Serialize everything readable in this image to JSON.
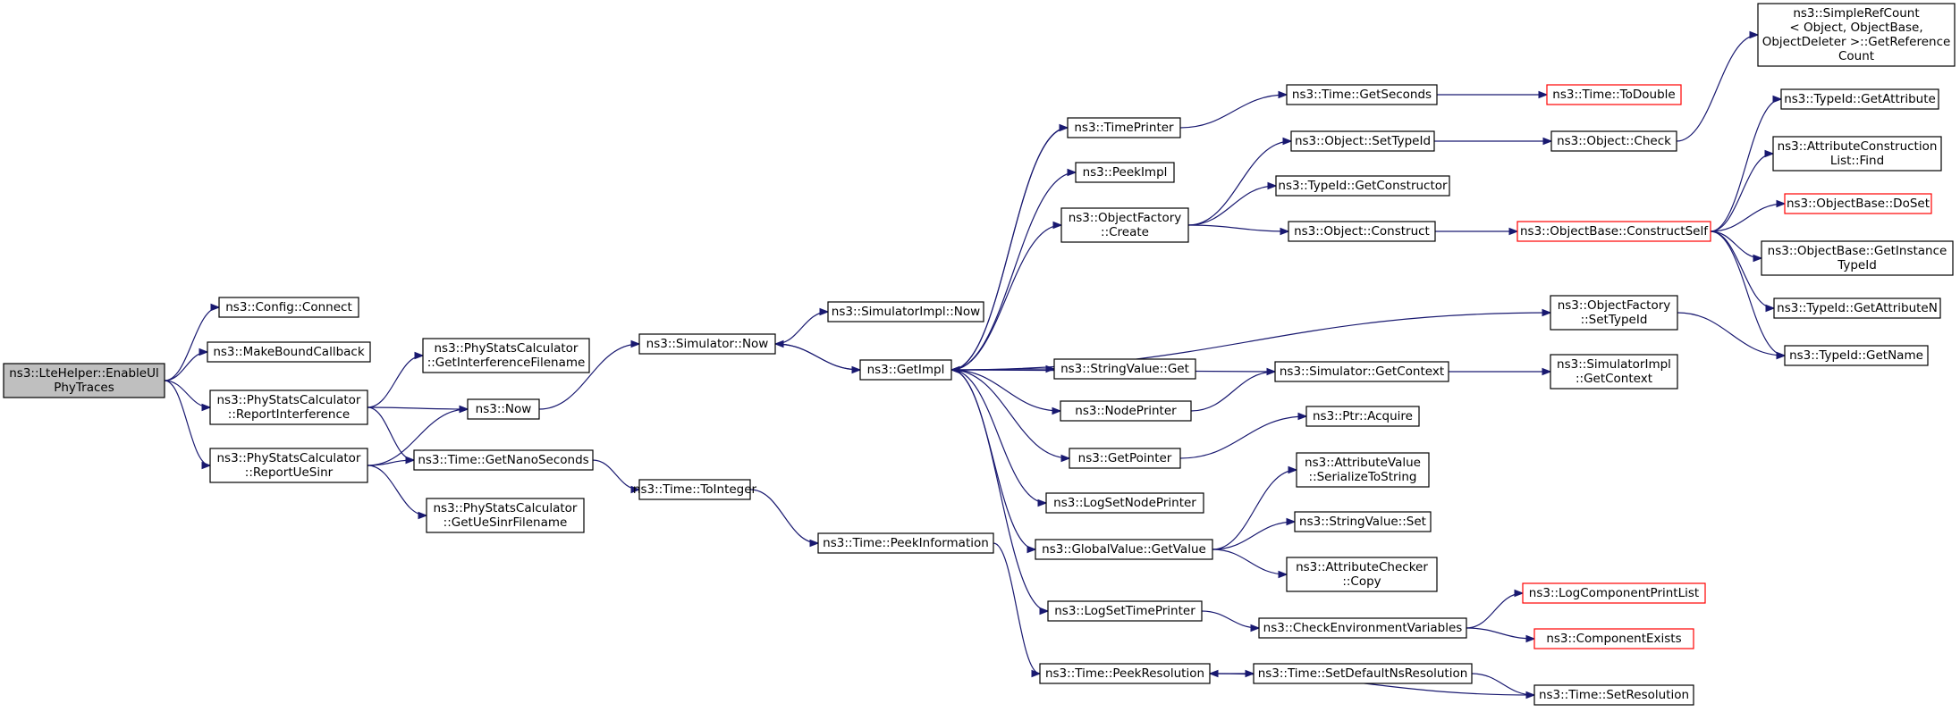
{
  "diagram": {
    "type": "call-graph",
    "edge_color": "#191970",
    "truncated_border_color": "#ff0000",
    "root_fill": "#bfbfbf",
    "nodes": [
      {
        "id": "root",
        "lines": [
          "ns3::LteHelper::EnableUl",
          "PhyTraces"
        ],
        "root": true
      },
      {
        "id": "config_connect",
        "lines": [
          "ns3::Config::Connect"
        ]
      },
      {
        "id": "make_bound_callback",
        "lines": [
          "ns3::MakeBoundCallback"
        ]
      },
      {
        "id": "report_interference",
        "lines": [
          "ns3::PhyStatsCalculator",
          "::ReportInterference"
        ]
      },
      {
        "id": "report_ue_sinr",
        "lines": [
          "ns3::PhyStatsCalculator",
          "::ReportUeSinr"
        ]
      },
      {
        "id": "get_interference_filename",
        "lines": [
          "ns3::PhyStatsCalculator",
          "::GetInterferenceFilename"
        ]
      },
      {
        "id": "now",
        "lines": [
          "ns3::Now"
        ]
      },
      {
        "id": "get_nanoseconds",
        "lines": [
          "ns3::Time::GetNanoSeconds"
        ]
      },
      {
        "id": "get_ue_sinr_filename",
        "lines": [
          "ns3::PhyStatsCalculator",
          "::GetUeSinrFilename"
        ]
      },
      {
        "id": "simulator_now",
        "lines": [
          "ns3::Simulator::Now"
        ]
      },
      {
        "id": "to_integer",
        "lines": [
          "ns3::Time::ToInteger"
        ]
      },
      {
        "id": "simulatorimpl_now",
        "lines": [
          "ns3::SimulatorImpl::Now"
        ]
      },
      {
        "id": "get_impl",
        "lines": [
          "ns3::GetImpl"
        ]
      },
      {
        "id": "peek_information",
        "lines": [
          "ns3::Time::PeekInformation"
        ]
      },
      {
        "id": "time_printer",
        "lines": [
          "ns3::TimePrinter"
        ]
      },
      {
        "id": "peek_impl",
        "lines": [
          "ns3::PeekImpl"
        ]
      },
      {
        "id": "object_factory_create",
        "lines": [
          "ns3::ObjectFactory",
          "::Create"
        ]
      },
      {
        "id": "string_value_get",
        "lines": [
          "ns3::StringValue::Get"
        ]
      },
      {
        "id": "node_printer",
        "lines": [
          "ns3::NodePrinter"
        ]
      },
      {
        "id": "get_pointer",
        "lines": [
          "ns3::GetPointer"
        ]
      },
      {
        "id": "log_set_node_printer",
        "lines": [
          "ns3::LogSetNodePrinter"
        ]
      },
      {
        "id": "global_value_get_value",
        "lines": [
          "ns3::GlobalValue::GetValue"
        ]
      },
      {
        "id": "log_set_time_printer",
        "lines": [
          "ns3::LogSetTimePrinter"
        ]
      },
      {
        "id": "peek_resolution",
        "lines": [
          "ns3::Time::PeekResolution"
        ]
      },
      {
        "id": "get_seconds",
        "lines": [
          "ns3::Time::GetSeconds"
        ]
      },
      {
        "id": "object_set_type_id",
        "lines": [
          "ns3::Object::SetTypeId"
        ]
      },
      {
        "id": "type_id_get_constructor",
        "lines": [
          "ns3::TypeId::GetConstructor"
        ]
      },
      {
        "id": "object_construct",
        "lines": [
          "ns3::Object::Construct"
        ]
      },
      {
        "id": "simulator_get_context",
        "lines": [
          "ns3::Simulator::GetContext"
        ]
      },
      {
        "id": "ptr_acquire",
        "lines": [
          "ns3::Ptr::Acquire"
        ]
      },
      {
        "id": "attribute_value_serialize",
        "lines": [
          "ns3::AttributeValue",
          "::SerializeToString"
        ]
      },
      {
        "id": "string_value_set",
        "lines": [
          "ns3::StringValue::Set"
        ]
      },
      {
        "id": "attribute_checker_copy",
        "lines": [
          "ns3::AttributeChecker",
          "::Copy"
        ]
      },
      {
        "id": "check_env_vars",
        "lines": [
          "ns3::CheckEnvironmentVariables"
        ]
      },
      {
        "id": "set_default_ns_resolution",
        "lines": [
          "ns3::Time::SetDefaultNsResolution"
        ]
      },
      {
        "id": "to_double",
        "lines": [
          "ns3::Time::ToDouble"
        ],
        "truncated": true
      },
      {
        "id": "object_check",
        "lines": [
          "ns3::Object::Check"
        ]
      },
      {
        "id": "construct_self",
        "lines": [
          "ns3::ObjectBase::ConstructSelf"
        ],
        "truncated": true
      },
      {
        "id": "object_factory_set_type_id",
        "lines": [
          "ns3::ObjectFactory",
          "::SetTypeId"
        ]
      },
      {
        "id": "simulatorimpl_get_context",
        "lines": [
          "ns3::SimulatorImpl",
          "::GetContext"
        ]
      },
      {
        "id": "log_component_print_list",
        "lines": [
          "ns3::LogComponentPrintList"
        ],
        "truncated": true
      },
      {
        "id": "component_exists",
        "lines": [
          "ns3::ComponentExists"
        ],
        "truncated": true
      },
      {
        "id": "set_resolution",
        "lines": [
          "ns3::Time::SetResolution"
        ]
      },
      {
        "id": "simple_ref_count",
        "lines": [
          "ns3::SimpleRefCount",
          "< Object, ObjectBase,",
          "ObjectDeleter >::GetReference",
          "Count"
        ]
      },
      {
        "id": "type_id_get_attribute",
        "lines": [
          "ns3::TypeId::GetAttribute"
        ]
      },
      {
        "id": "attr_construction_list_find",
        "lines": [
          "ns3::AttributeConstruction",
          "List::Find"
        ]
      },
      {
        "id": "object_base_do_set",
        "lines": [
          "ns3::ObjectBase::DoSet"
        ],
        "truncated": true
      },
      {
        "id": "object_base_get_instance_type_id",
        "lines": [
          "ns3::ObjectBase::GetInstance",
          "TypeId"
        ]
      },
      {
        "id": "type_id_get_attribute_n",
        "lines": [
          "ns3::TypeId::GetAttributeN"
        ]
      },
      {
        "id": "type_id_get_name",
        "lines": [
          "ns3::TypeId::GetName"
        ]
      }
    ],
    "edges": [
      [
        "root",
        "config_connect"
      ],
      [
        "root",
        "make_bound_callback"
      ],
      [
        "root",
        "report_interference"
      ],
      [
        "root",
        "report_ue_sinr"
      ],
      [
        "report_interference",
        "get_interference_filename"
      ],
      [
        "report_interference",
        "now"
      ],
      [
        "report_interference",
        "get_nanoseconds"
      ],
      [
        "report_ue_sinr",
        "now"
      ],
      [
        "report_ue_sinr",
        "get_nanoseconds"
      ],
      [
        "report_ue_sinr",
        "get_ue_sinr_filename"
      ],
      [
        "now",
        "simulator_now"
      ],
      [
        "get_nanoseconds",
        "to_integer"
      ],
      [
        "simulator_now",
        "simulatorimpl_now"
      ],
      [
        "simulator_now",
        "get_impl"
      ],
      [
        "to_integer",
        "peek_information"
      ],
      [
        "peek_information",
        "peek_resolution"
      ],
      [
        "get_impl",
        "simulator_now"
      ],
      [
        "get_impl",
        "time_printer"
      ],
      [
        "get_impl",
        "peek_impl"
      ],
      [
        "get_impl",
        "object_factory_create"
      ],
      [
        "get_impl",
        "string_value_get"
      ],
      [
        "get_impl",
        "node_printer"
      ],
      [
        "get_impl",
        "get_pointer"
      ],
      [
        "get_impl",
        "log_set_node_printer"
      ],
      [
        "get_impl",
        "global_value_get_value"
      ],
      [
        "get_impl",
        "log_set_time_printer"
      ],
      [
        "get_impl",
        "object_factory_set_type_id"
      ],
      [
        "simulator_get_context",
        "get_impl"
      ],
      [
        "time_printer",
        "get_impl"
      ],
      [
        "time_printer",
        "get_seconds"
      ],
      [
        "get_seconds",
        "to_double"
      ],
      [
        "object_factory_create",
        "object_set_type_id"
      ],
      [
        "object_factory_create",
        "type_id_get_constructor"
      ],
      [
        "object_factory_create",
        "object_construct"
      ],
      [
        "object_set_type_id",
        "object_check"
      ],
      [
        "object_check",
        "simple_ref_count"
      ],
      [
        "object_construct",
        "construct_self"
      ],
      [
        "construct_self",
        "type_id_get_attribute"
      ],
      [
        "construct_self",
        "attr_construction_list_find"
      ],
      [
        "construct_self",
        "object_base_do_set"
      ],
      [
        "construct_self",
        "object_base_get_instance_type_id"
      ],
      [
        "construct_self",
        "type_id_get_attribute_n"
      ],
      [
        "construct_self",
        "type_id_get_name"
      ],
      [
        "object_factory_set_type_id",
        "type_id_get_name"
      ],
      [
        "node_printer",
        "simulator_get_context"
      ],
      [
        "simulator_get_context",
        "simulatorimpl_get_context"
      ],
      [
        "get_pointer",
        "ptr_acquire"
      ],
      [
        "global_value_get_value",
        "attribute_value_serialize"
      ],
      [
        "global_value_get_value",
        "string_value_set"
      ],
      [
        "global_value_get_value",
        "attribute_checker_copy"
      ],
      [
        "log_set_time_printer",
        "check_env_vars"
      ],
      [
        "check_env_vars",
        "log_component_print_list"
      ],
      [
        "check_env_vars",
        "component_exists"
      ],
      [
        "peek_resolution",
        "set_default_ns_resolution"
      ],
      [
        "set_default_ns_resolution",
        "set_resolution"
      ],
      [
        "set_resolution",
        "peek_resolution"
      ]
    ]
  }
}
